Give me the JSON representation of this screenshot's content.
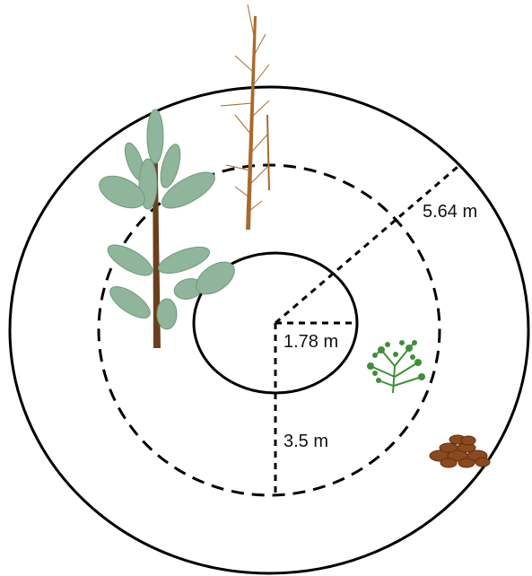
{
  "plot": {
    "labels": {
      "inner_radius": "1.78 m",
      "middle_radius": "3.5 m",
      "outer_radius": "5.64 m"
    },
    "colors": {
      "conifer_foliage": "#8fb59a",
      "conifer_trunk": "#6b3f1d",
      "bare_tree_trunk": "#a86a2c",
      "shrub": "#3f8f3a",
      "log_pile": "#8a4a1f"
    }
  }
}
